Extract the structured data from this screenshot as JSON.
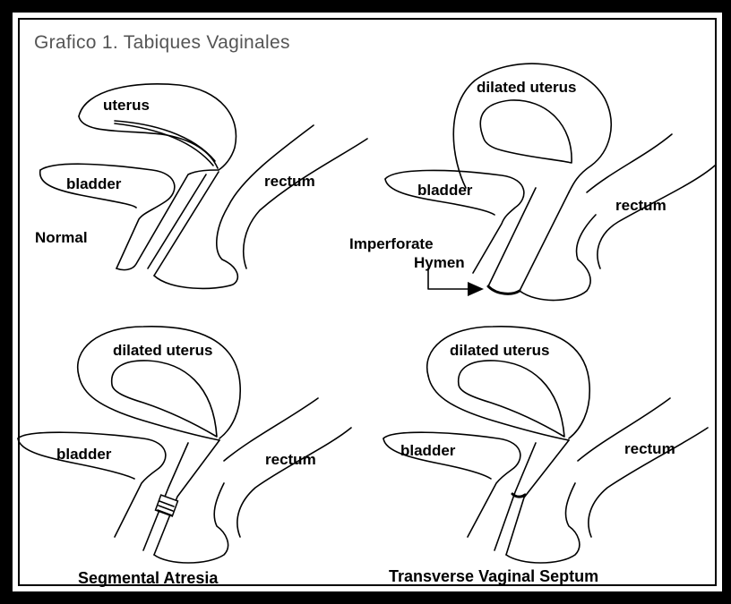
{
  "title": "Grafico 1.   Tabiques Vaginales",
  "panels": {
    "normal": {
      "caption": "Normal",
      "uterus": "uterus",
      "bladder": "bladder",
      "rectum": "rectum"
    },
    "imperforate": {
      "uterus": "dilated uterus",
      "bladder": "bladder",
      "rectum": "rectum",
      "annotation_line1": "Imperforate",
      "annotation_line2": "Hymen"
    },
    "segmental": {
      "caption": "Segmental Atresia",
      "uterus": "dilated uterus",
      "bladder": "bladder",
      "rectum": "rectum"
    },
    "transverse": {
      "caption": "Transverse Vaginal Septum",
      "uterus": "dilated uterus",
      "bladder": "bladder",
      "rectum": "rectum"
    }
  }
}
